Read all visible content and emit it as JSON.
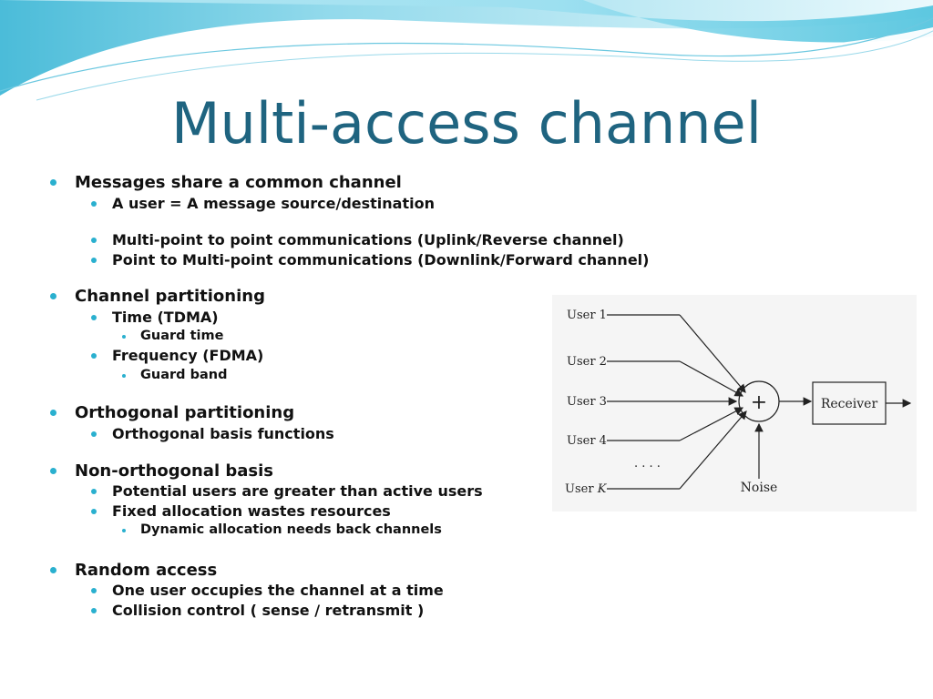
{
  "title": "Multi-access channel",
  "bullets": [
    {
      "level": 1,
      "text": "Messages share a common channel"
    },
    {
      "level": 2,
      "text": "A user = A message source/destination"
    },
    {
      "level": 2,
      "text": "Multi-point to point communications (Uplink/Reverse channel)"
    },
    {
      "level": 2,
      "text": "Point to Multi-point communications (Downlink/Forward channel)"
    },
    {
      "level": 1,
      "text": "Channel partitioning"
    },
    {
      "level": 2,
      "text": "Time (TDMA)"
    },
    {
      "level": 3,
      "text": "Guard time"
    },
    {
      "level": 2,
      "text": "Frequency (FDMA)"
    },
    {
      "level": 3,
      "text": "Guard band"
    },
    {
      "level": 1,
      "text": "Orthogonal partitioning"
    },
    {
      "level": 2,
      "text": "Orthogonal basis functions"
    },
    {
      "level": 1,
      "text": "Non-orthogonal basis"
    },
    {
      "level": 2,
      "text": "Potential users are greater than active users"
    },
    {
      "level": 2,
      "text": "Fixed allocation wastes resources"
    },
    {
      "level": 3,
      "text": "Dynamic allocation needs back channels"
    },
    {
      "level": 1,
      "text": "Random access"
    },
    {
      "level": 2,
      "text": "One user occupies the channel at a time"
    },
    {
      "level": 2,
      "text": "Collision control ( sense / retransmit )"
    }
  ],
  "diagram": {
    "users": [
      "User 1",
      "User 2",
      "User 3",
      "User 4"
    ],
    "user_k_prefix": "User",
    "user_k_var": "K",
    "ellipsis": ". . . .",
    "adder_symbol": "+",
    "receiver_label": "Receiver",
    "noise_label": "Noise"
  },
  "colors": {
    "title": "#1f6480",
    "bullet": "#2ab0cf",
    "wave_light": "#c9eef6",
    "wave_mid": "#7fd3e8",
    "wave_dark": "#3bb7d6"
  }
}
